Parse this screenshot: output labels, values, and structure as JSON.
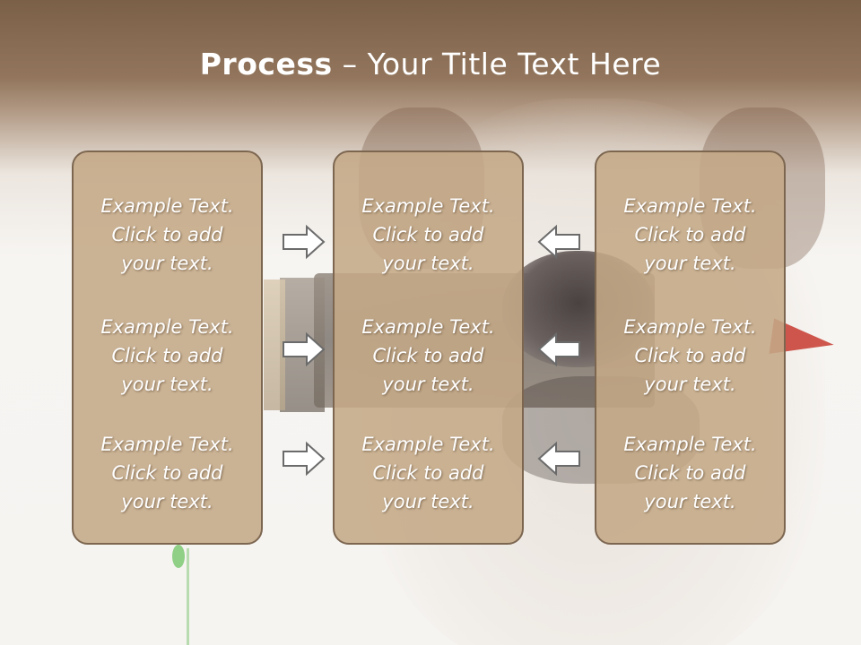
{
  "slide": {
    "title_bold": "Process",
    "title_rest": " – Your Title Text Here"
  },
  "columns": [
    {
      "blocks": [
        {
          "line1": "Example Text.",
          "line2": "Click  to add",
          "line3": "your text."
        },
        {
          "line1": "Example Text.",
          "line2": "Click  to add",
          "line3": "your text."
        },
        {
          "line1": "Example Text.",
          "line2": "Click  to add",
          "line3": "your text."
        }
      ]
    },
    {
      "blocks": [
        {
          "line1": "Example Text.",
          "line2": "Click  to add",
          "line3": "your text."
        },
        {
          "line1": "Example Text.",
          "line2": "Click  to add",
          "line3": "your text."
        },
        {
          "line1": "Example Text.",
          "line2": "Click  to add",
          "line3": "your text."
        }
      ]
    },
    {
      "blocks": [
        {
          "line1": "Example Text.",
          "line2": "Click  to add",
          "line3": "your text."
        },
        {
          "line1": "Example Text.",
          "line2": "Click  to add",
          "line3": "your text."
        },
        {
          "line1": "Example Text.",
          "line2": "Click  to add",
          "line3": "your text."
        }
      ]
    }
  ],
  "arrows": {
    "left_group": "arrow-right-icon",
    "right_group": "arrow-left-icon"
  },
  "colors": {
    "header_brown": "#7b6048",
    "card_fill": "#c4a886",
    "card_border": "#7c6650",
    "text": "#ffffff"
  }
}
